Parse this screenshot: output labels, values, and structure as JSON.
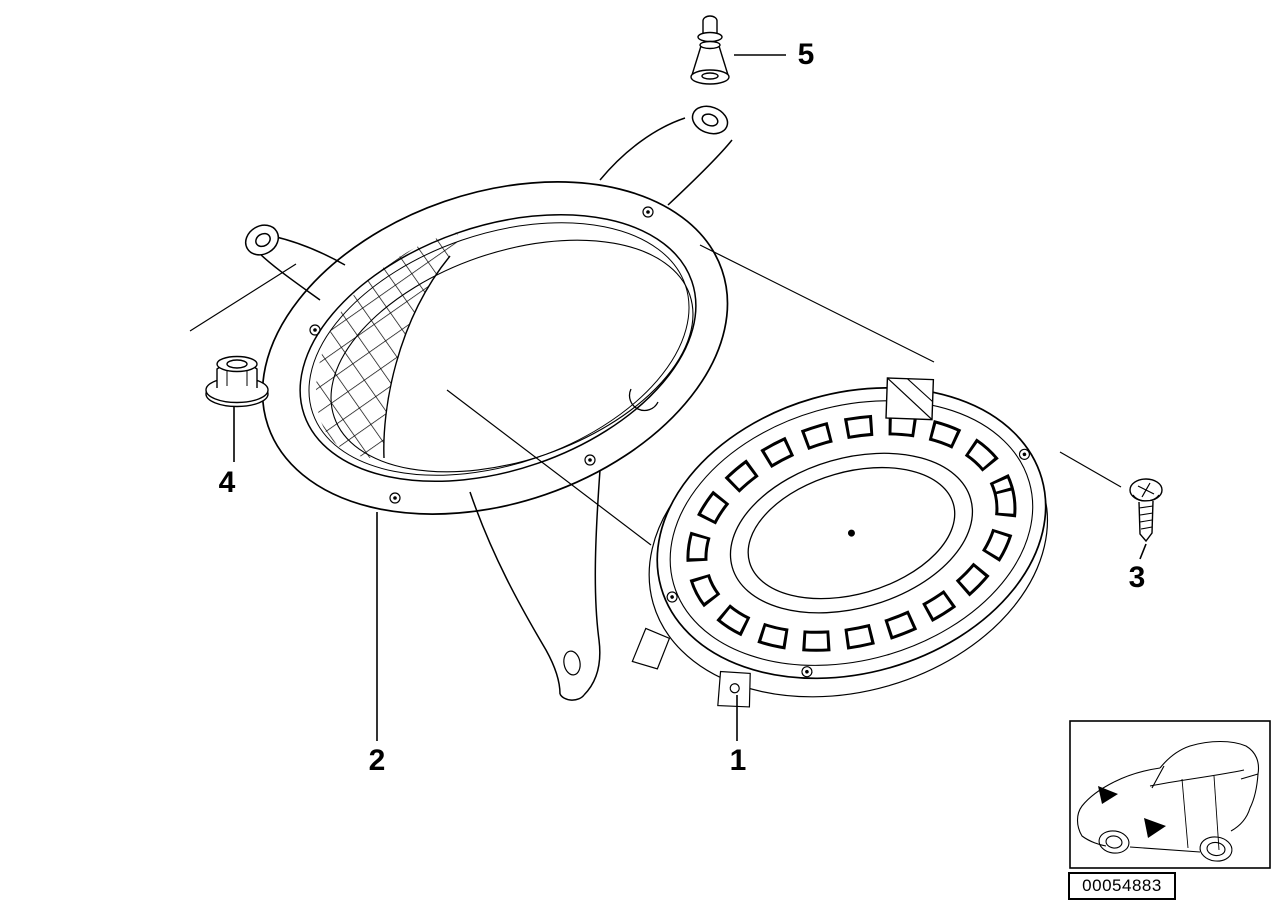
{
  "diagram": {
    "labels": {
      "part1": "1",
      "part2": "2",
      "part3": "3",
      "part4": "4",
      "part5": "5"
    },
    "image_id": "00054883"
  },
  "colors": {
    "line": "#000000",
    "background": "#ffffff"
  }
}
